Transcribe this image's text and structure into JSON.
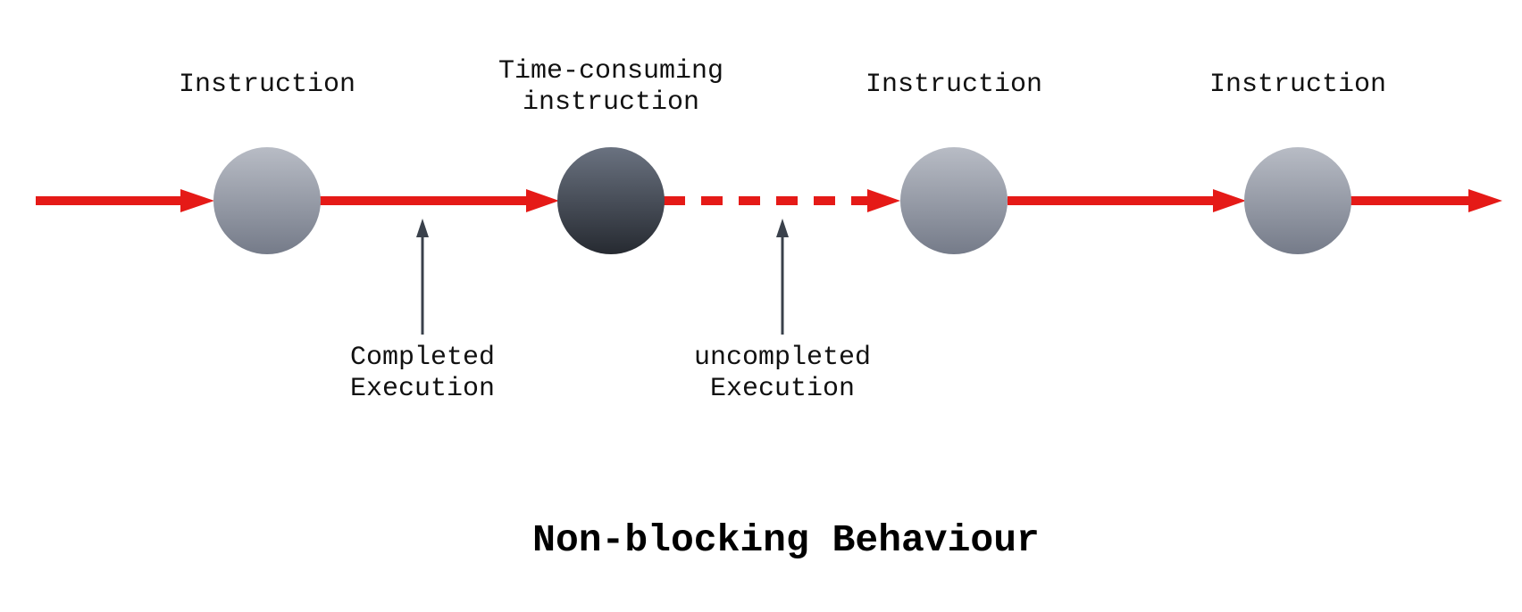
{
  "diagram": {
    "title": "Non-blocking Behaviour",
    "colors": {
      "flow": "#e51a17",
      "pointer": "#3a414b",
      "node_light_top": "#b8bcc5",
      "node_light_bottom": "#757b89",
      "node_dark_top": "#6a7280",
      "node_dark_bottom": "#262a31"
    },
    "nodes": [
      {
        "id": "n1",
        "label_lines": [
          "Instruction"
        ],
        "style": "light"
      },
      {
        "id": "n2",
        "label_lines": [
          "Time-consuming",
          "instruction"
        ],
        "style": "dark"
      },
      {
        "id": "n3",
        "label_lines": [
          "Instruction"
        ],
        "style": "light"
      },
      {
        "id": "n4",
        "label_lines": [
          "Instruction"
        ],
        "style": "light"
      }
    ],
    "edges": [
      {
        "from": "start",
        "to": "n1",
        "style": "solid"
      },
      {
        "from": "n1",
        "to": "n2",
        "style": "solid"
      },
      {
        "from": "n2",
        "to": "n3",
        "style": "dashed"
      },
      {
        "from": "n3",
        "to": "n4",
        "style": "solid"
      },
      {
        "from": "n4",
        "to": "end",
        "style": "solid"
      }
    ],
    "annotations": [
      {
        "id": "completed",
        "edge": "n1-n2",
        "label_lines": [
          "Completed",
          "Execution"
        ]
      },
      {
        "id": "uncompleted",
        "edge": "n2-n3",
        "label_lines": [
          "uncompleted",
          "Execution"
        ]
      }
    ]
  }
}
